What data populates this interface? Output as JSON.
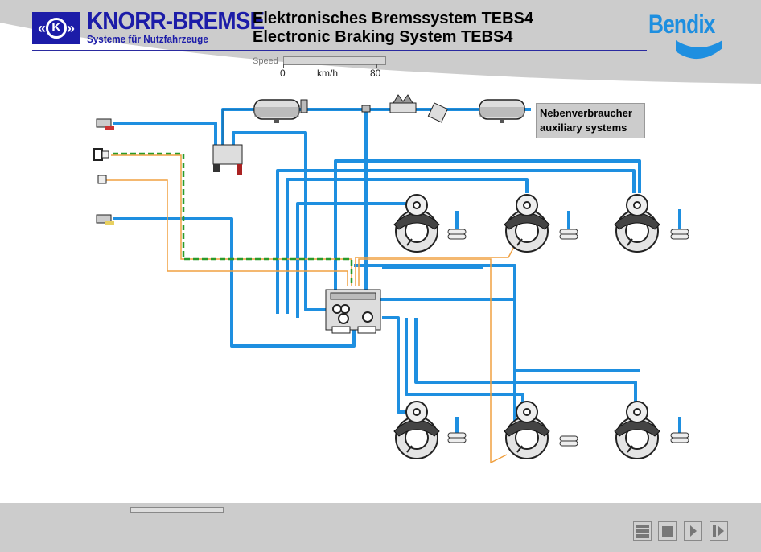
{
  "header": {
    "brand_name": "KNORR-BREMSE",
    "brand_subtitle": "Systeme für Nutzfahrzeuge",
    "brand_logo_glyph": "K",
    "title_de": "Elektronisches Bremssystem TEBS4",
    "title_en": "Electronic Braking System TEBS4",
    "partner_logo": "Bendix",
    "brand_color": "#1c1ca8",
    "partner_color": "#1e8fe0"
  },
  "speed": {
    "label": "Speed",
    "min": "0",
    "unit": "km/h",
    "max": "80",
    "current_value": 0
  },
  "diagram": {
    "aux_label_de": "Nebenverbraucher",
    "aux_label_en": "auxiliary systems",
    "pipe_color": "#1e8fe0",
    "electric_color": "#f0a040",
    "can_color": "#2a9a2a"
  },
  "footer": {
    "progress_fraction": 0,
    "controls": [
      {
        "name": "menu",
        "icon": "menu-icon"
      },
      {
        "name": "stop",
        "icon": "stop-icon"
      },
      {
        "name": "play",
        "icon": "play-icon"
      },
      {
        "name": "step",
        "icon": "step-forward-icon"
      }
    ]
  }
}
